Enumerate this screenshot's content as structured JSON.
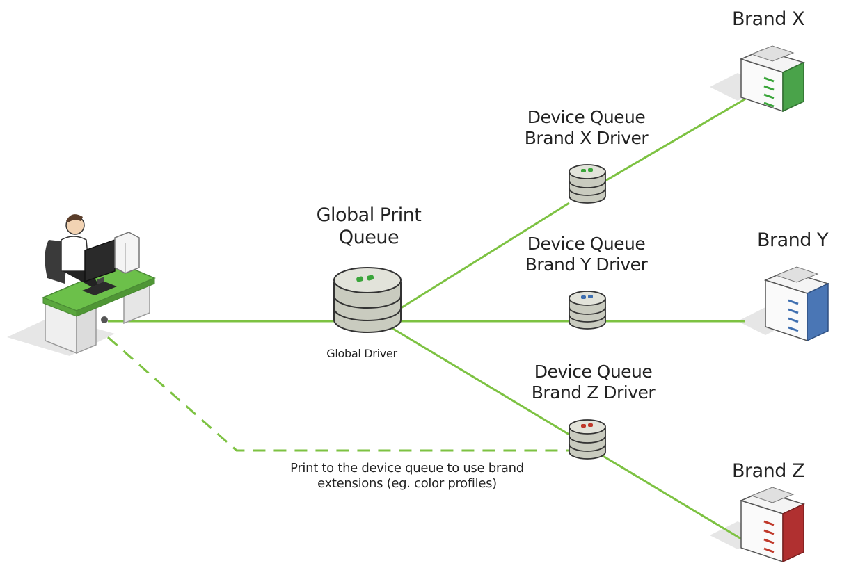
{
  "global_queue": {
    "title_line1": "Global Print",
    "title_line2": "Queue",
    "driver_label": "Global Driver"
  },
  "device_queues": [
    {
      "line1": "Device Queue",
      "line2": "Brand X Driver",
      "accent": "#3aa53a"
    },
    {
      "line1": "Device Queue",
      "line2": "Brand Y Driver",
      "accent": "#3f6fb0"
    },
    {
      "line1": "Device Queue",
      "line2": "Brand Z Driver",
      "accent": "#c0392b"
    }
  ],
  "printers": [
    {
      "label": "Brand X",
      "accent": "#3aa53a"
    },
    {
      "label": "Brand Y",
      "accent": "#3f6fb0"
    },
    {
      "label": "Brand Z",
      "accent": "#b03030"
    }
  ],
  "note": {
    "line1": "Print to the device queue to use brand",
    "line2": "extensions (eg. color profiles)"
  },
  "colors": {
    "connector": "#7dc242",
    "desk_top": "#6cc04a",
    "server_body": "#c9cbbf",
    "shadow": "#e4e4e4"
  }
}
